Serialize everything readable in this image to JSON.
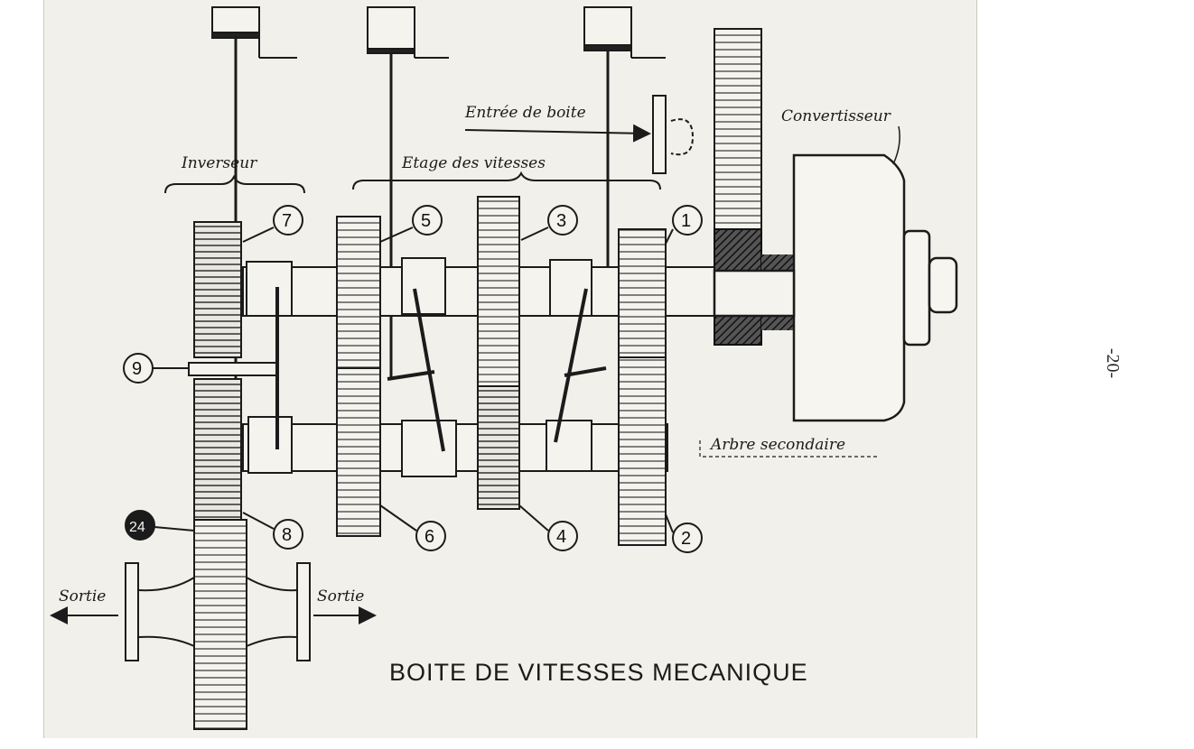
{
  "labels": {
    "inverseur": "Inverseur",
    "etage": "Etage des vitesses",
    "entree": "Entrée de boite",
    "convertisseur": "Convertisseur",
    "arbre": "Arbre secondaire",
    "sortie_left": "Sortie",
    "sortie_right": "Sortie",
    "title": "BOITE DE VITESSES MECANIQUE"
  },
  "gear_numbers": {
    "g1": "1",
    "g2": "2",
    "g3": "3",
    "g4": "4",
    "g5": "5",
    "g6": "6",
    "g7": "7",
    "g8": "8",
    "g9": "9",
    "g24": "24"
  },
  "page_number": "-20-",
  "colors": {
    "paper": "#f1f0ea",
    "ink": "#1b1b1b"
  }
}
